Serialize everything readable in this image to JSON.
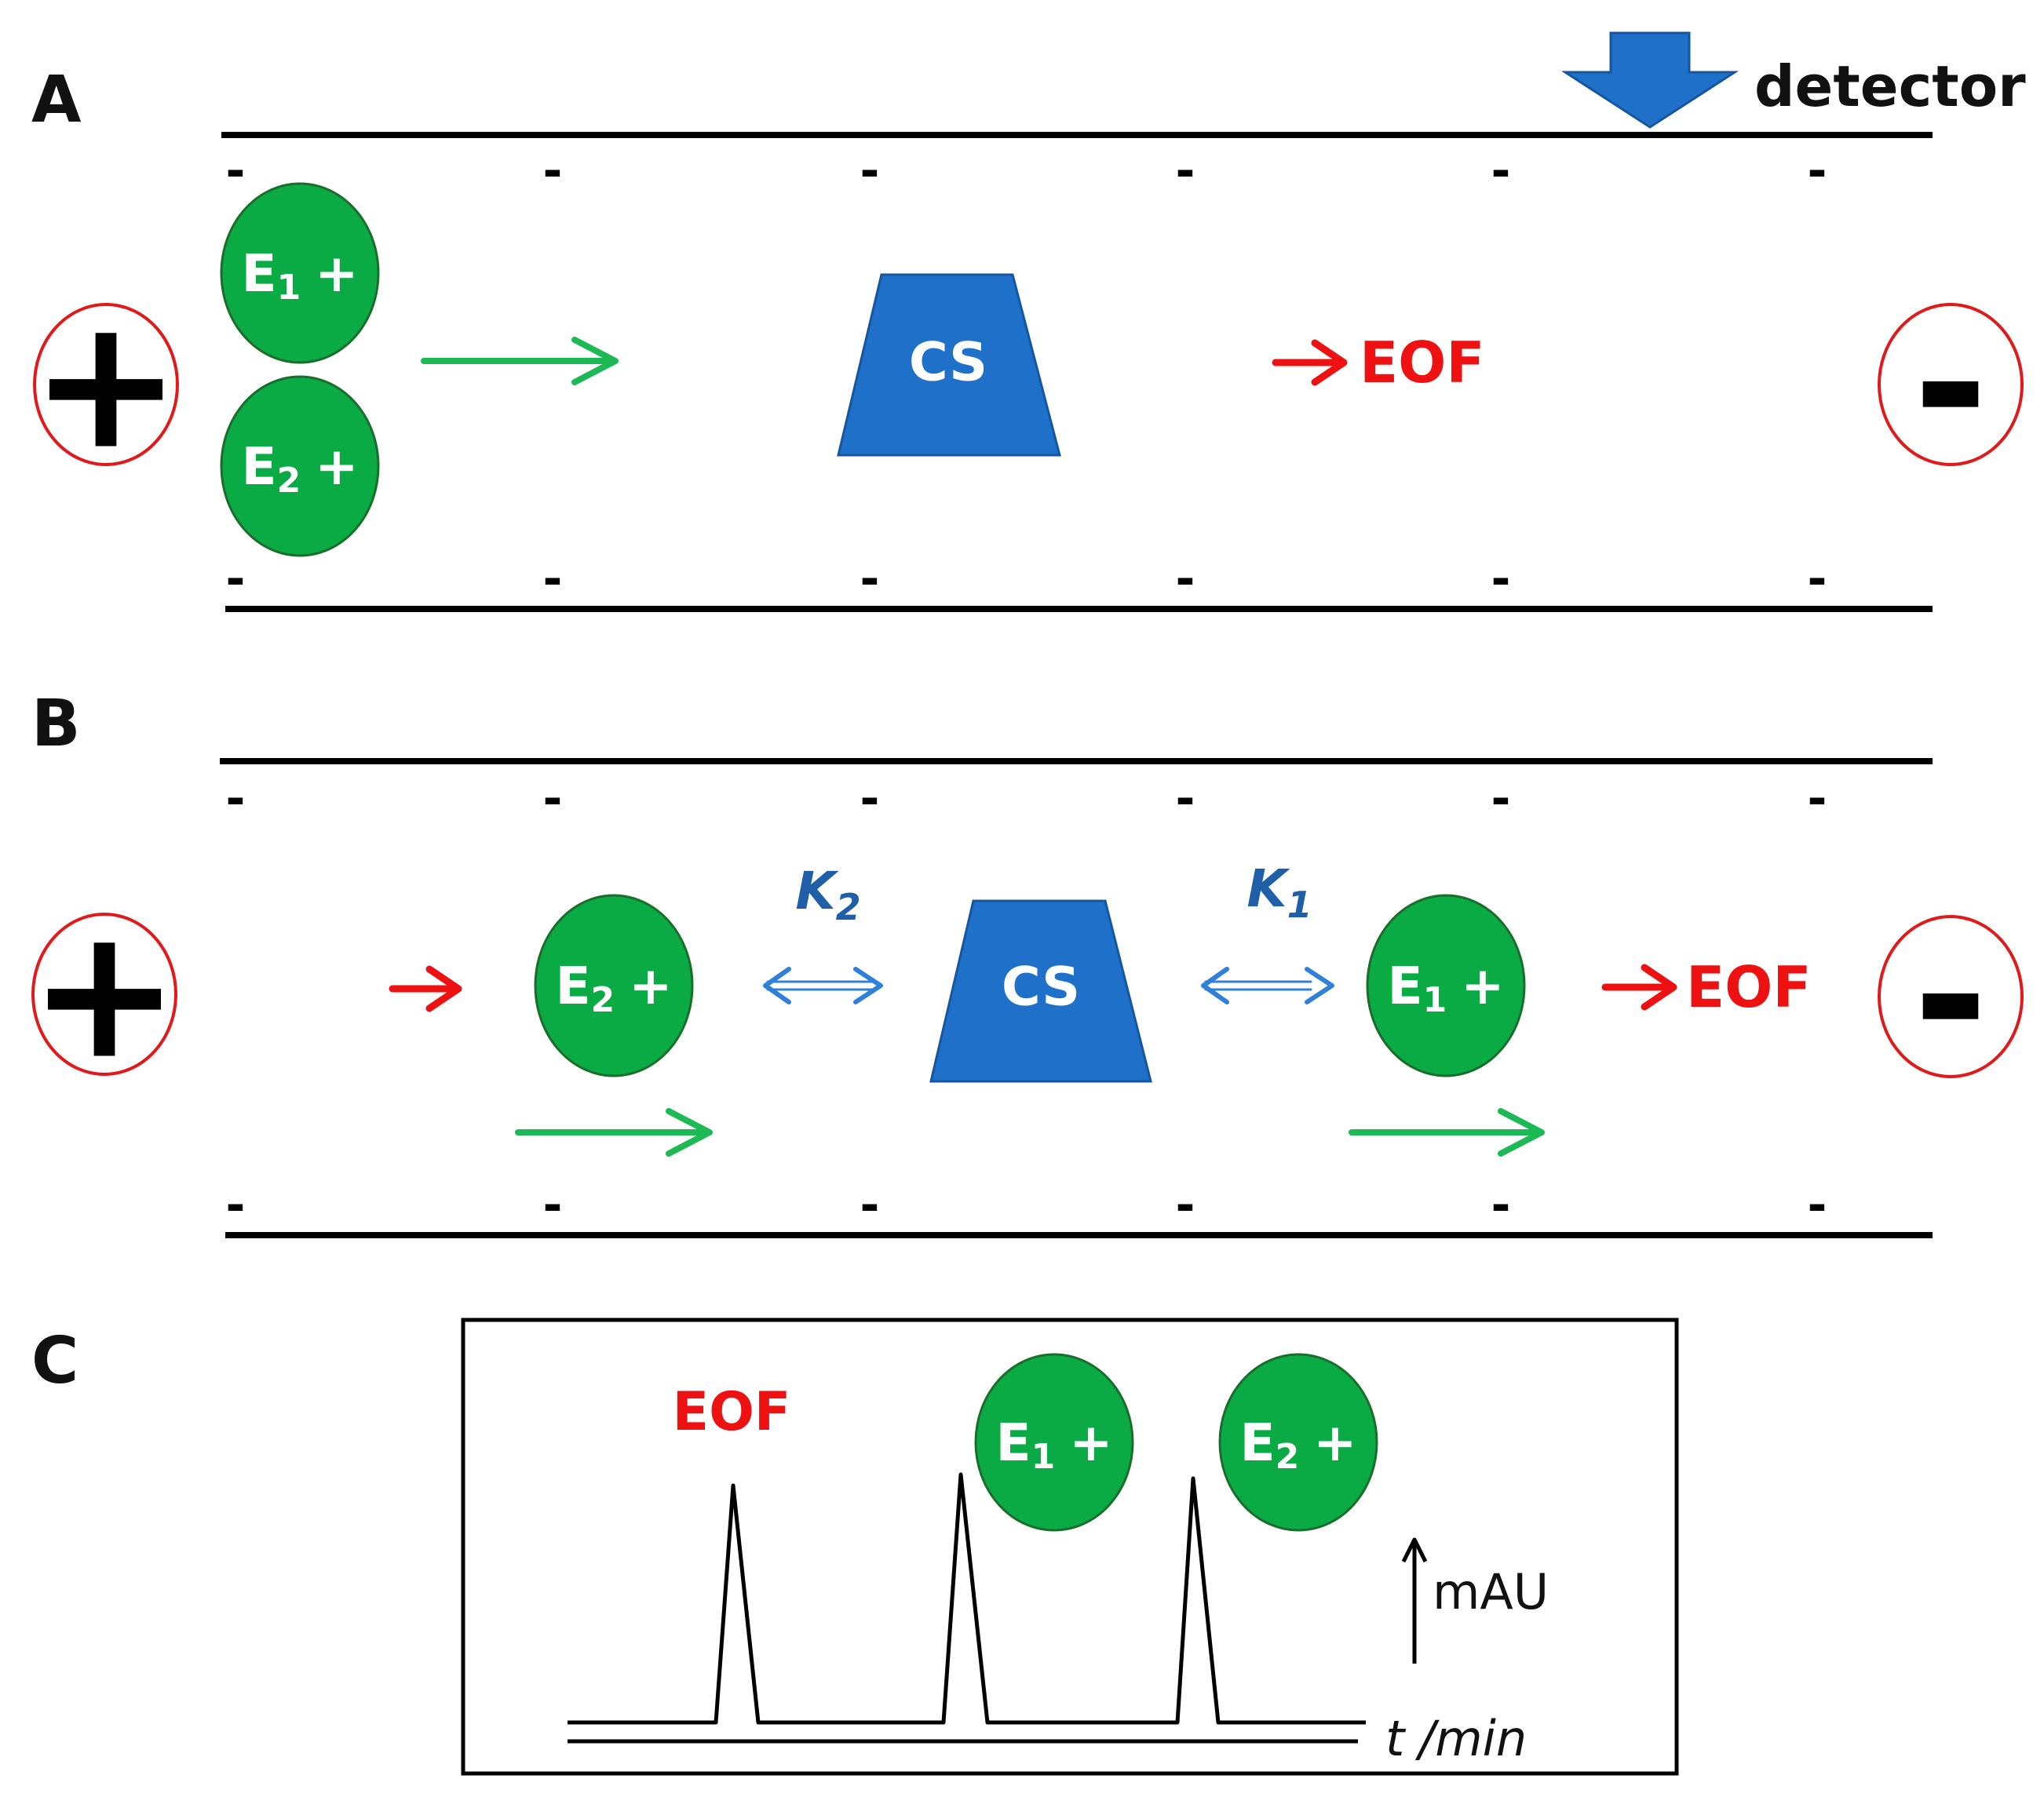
{
  "colors": {
    "line": "#000000",
    "enantiomer_fill": "#0aaa45",
    "enantiomer_stroke": "#1a6e2c",
    "selector_fill": "#1e70c8",
    "selector_stroke": "#1556a0",
    "eof": "#ee1111",
    "migration_arrow": "#1db954",
    "equilibrium": "#2f80d8",
    "electrode_ring": "#e01a1a"
  },
  "icons": {
    "anode": "plus-sign",
    "cathode": "minus-sign",
    "detector": "down-arrow-icon",
    "equilibrium": "double-arrow-icon",
    "migration": "right-arrow-icon"
  },
  "panel_a": {
    "label": "A",
    "detector_label": "detector",
    "anode_symbol": "+",
    "cathode_symbol": "-",
    "wall_charge": "-",
    "e1": {
      "letter": "E",
      "sub": "1",
      "charge": "+"
    },
    "e2": {
      "letter": "E",
      "sub": "2",
      "charge": "+"
    },
    "selector": "CS",
    "eof": "EOF"
  },
  "panel_b": {
    "label": "B",
    "anode_symbol": "+",
    "cathode_symbol": "-",
    "wall_charge": "-",
    "e1": {
      "letter": "E",
      "sub": "1",
      "charge": "+"
    },
    "e2": {
      "letter": "E",
      "sub": "2",
      "charge": "+"
    },
    "selector": "CS",
    "k2": {
      "letter": "K",
      "sub": "2"
    },
    "k1": {
      "letter": "K",
      "sub": "1"
    },
    "eof": "EOF"
  },
  "panel_c": {
    "label": "C",
    "eof_label": "EOF",
    "e1": {
      "letter": "E",
      "sub": "1",
      "charge": "+"
    },
    "e2": {
      "letter": "E",
      "sub": "2",
      "charge": "+"
    },
    "y_axis_label": "mAU",
    "x_axis_label_t": "t",
    "x_axis_label_unit": "/min"
  }
}
